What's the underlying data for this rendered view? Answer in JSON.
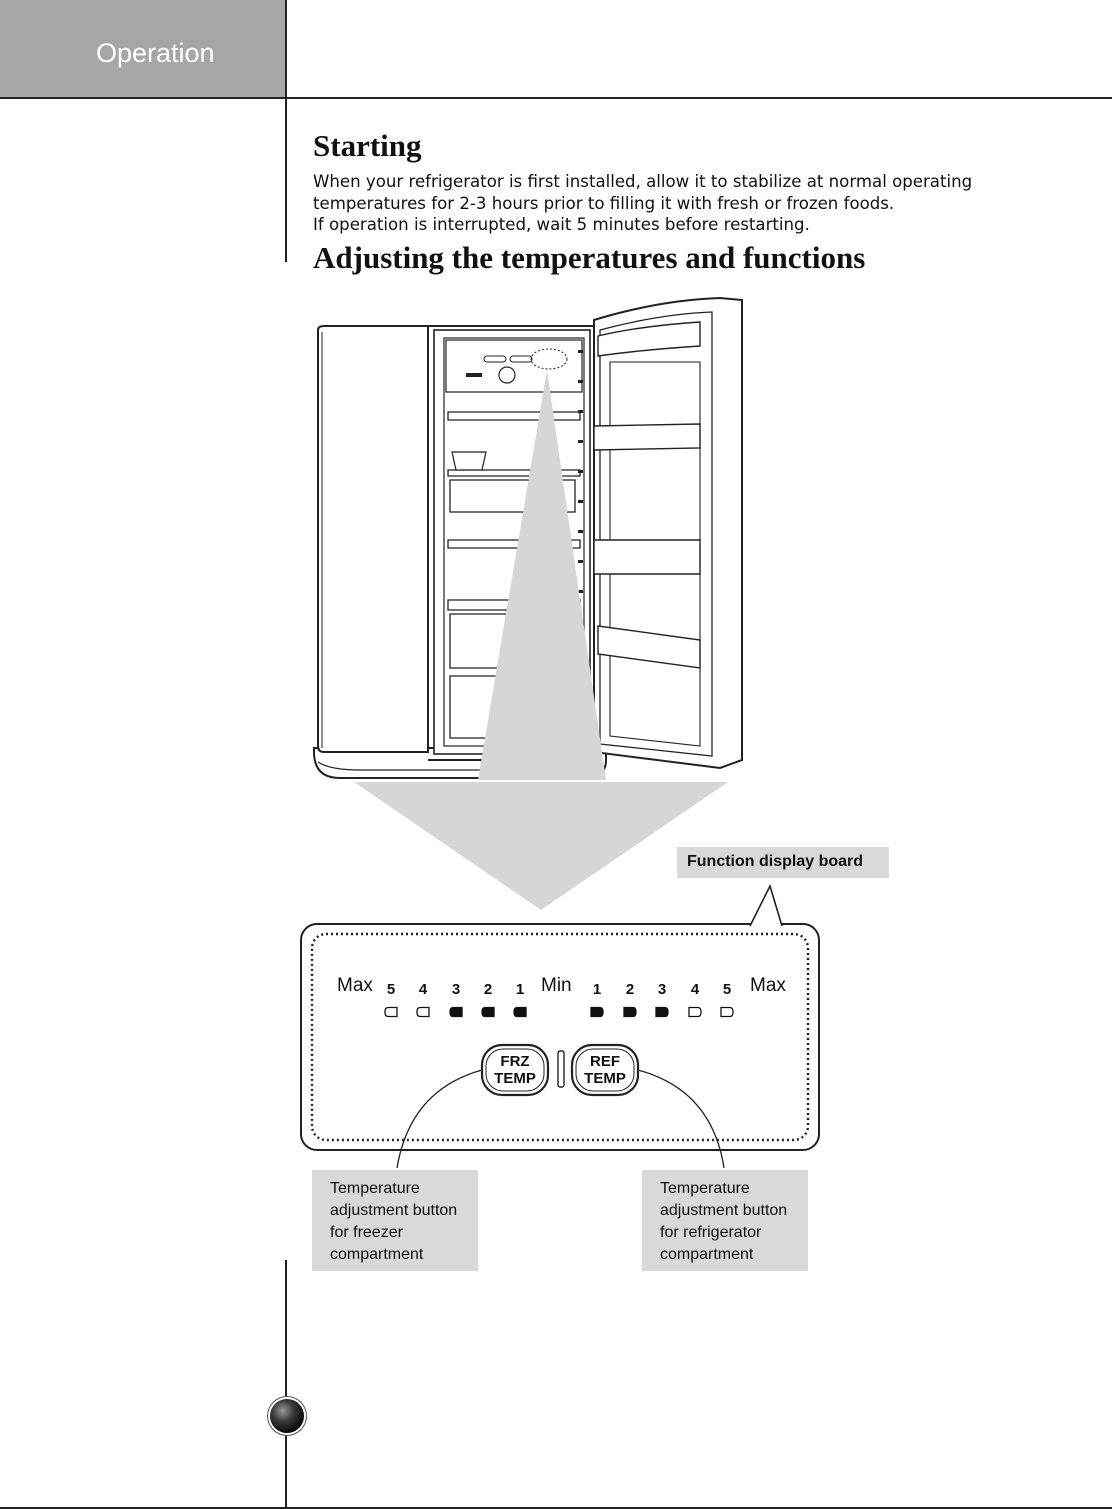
{
  "header": {
    "section_title": "Operation"
  },
  "starting": {
    "title": "Starting",
    "lines": [
      "When your refrigerator is first installed, allow it to stabilize at normal operating",
      "temperatures for 2-3 hours prior to filling it with fresh or frozen foods.",
      "If operation is interrupted, wait 5 minutes before restarting."
    ]
  },
  "adjusting": {
    "title": "Adjusting the temperatures and functions"
  },
  "display_board": {
    "label": "Function display board",
    "freezer_side": {
      "max_label": "Max",
      "numbers": [
        "5",
        "4",
        "3",
        "2",
        "1"
      ],
      "lit_levels": 3
    },
    "min_label": "Min",
    "fridge_side": {
      "numbers": [
        "1",
        "2",
        "3",
        "4",
        "5"
      ],
      "max_label": "Max",
      "lit_levels": 3
    },
    "frz_button": {
      "line1": "FRZ",
      "line2": "TEMP"
    },
    "ref_button": {
      "line1": "REF",
      "line2": "TEMP"
    }
  },
  "callouts": {
    "freezer": [
      "Temperature",
      "adjustment button",
      "for freezer",
      "compartment"
    ],
    "refrigerator": [
      "Temperature",
      "adjustment button",
      "for refrigerator",
      "compartment"
    ]
  },
  "colors": {
    "header_tab": "#a6a6a6",
    "label_box": "#d9d9d9",
    "beam": "#d6d6d6"
  }
}
